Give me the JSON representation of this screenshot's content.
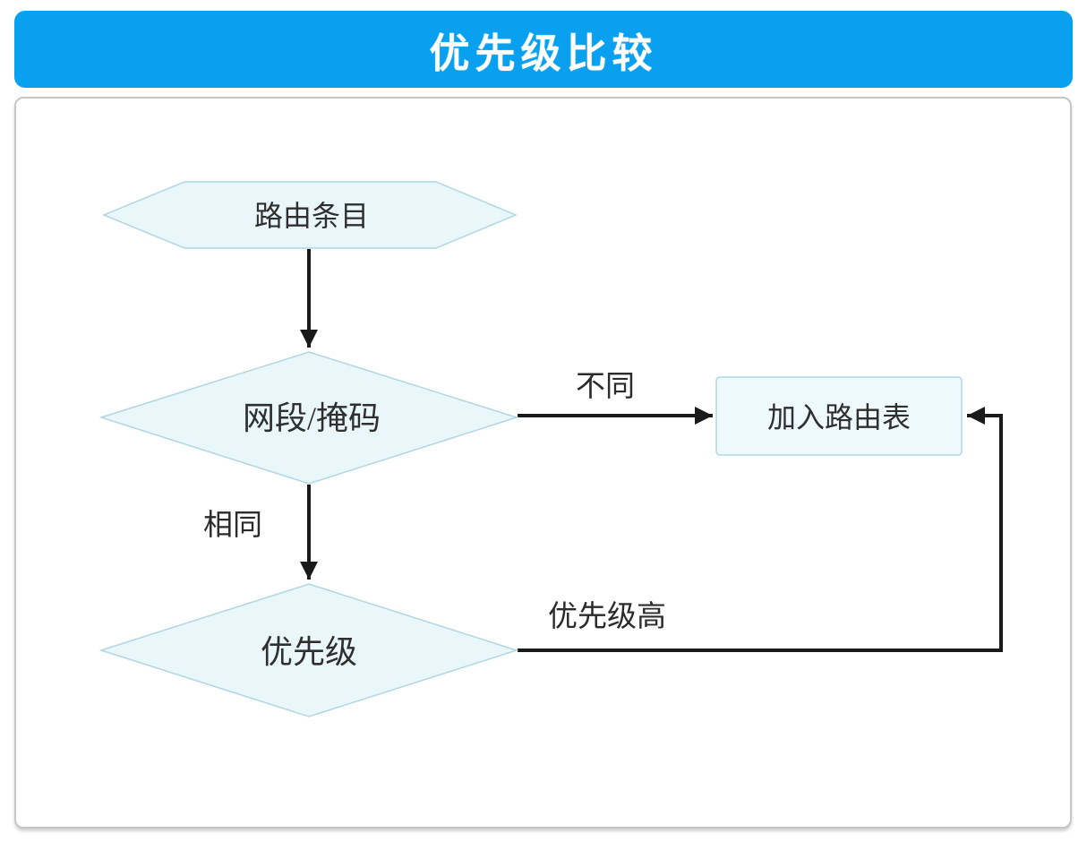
{
  "header": {
    "title": "优先级比较"
  },
  "flowchart": {
    "nodes": [
      {
        "id": "route-entry",
        "shape": "hexagon",
        "label": "路由条目"
      },
      {
        "id": "segment-mask-decision",
        "shape": "diamond",
        "label": "网段/掩码"
      },
      {
        "id": "add-to-routing-table",
        "shape": "rectangle",
        "label": "加入路由表"
      },
      {
        "id": "priority-decision",
        "shape": "diamond",
        "label": "优先级"
      }
    ],
    "edges": [
      {
        "from": "route-entry",
        "to": "segment-mask-decision"
      },
      {
        "from": "segment-mask-decision",
        "to": "add-to-routing-table",
        "label": "不同"
      },
      {
        "from": "segment-mask-decision",
        "to": "priority-decision",
        "label": "相同"
      },
      {
        "from": "priority-decision",
        "to": "add-to-routing-table",
        "label": "优先级高"
      }
    ],
    "colors": {
      "accent_blue": "#09a1ef",
      "title_text": "#ffffff",
      "node_fill": "#e9f7fb",
      "node_border": "#b2d6e2",
      "connector": "#1a1a1a",
      "panel_border": "#c6c6c6"
    }
  }
}
